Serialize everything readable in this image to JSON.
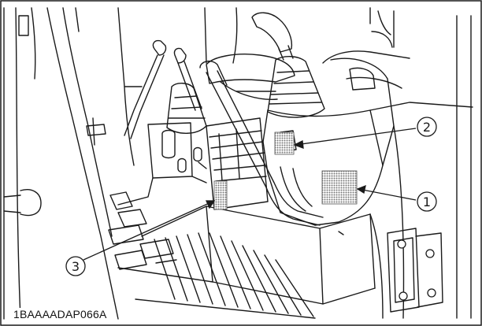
{
  "figure": {
    "code": "1BAAAADAP066A",
    "callouts": [
      {
        "label": "1",
        "target": "decal-1"
      },
      {
        "label": "2",
        "target": "decal-2"
      },
      {
        "label": "3",
        "target": "decal-3"
      }
    ]
  },
  "colors": {
    "line": "#1a1a1a",
    "decal_fill": "#9a9a9a",
    "paper": "#ffffff",
    "shade": "#e8e8e8"
  }
}
